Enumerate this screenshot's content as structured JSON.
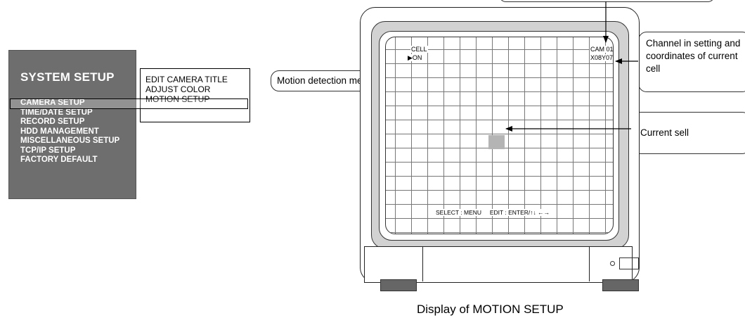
{
  "system_menu": {
    "title": "SYSTEM SETUP",
    "items": [
      "CAMERA SETUP",
      "TIME/DATE SETUP",
      "RECORD SETUP",
      "HDD MANAGEMENT",
      "MISCELLANEOUS SETUP",
      "TCP/IP SETUP",
      "FACTORY DEFAULT"
    ],
    "selected": "CAMERA SETUP"
  },
  "camera_submenu": {
    "items": [
      "EDIT CAMERA TITLE",
      "ADJUST COLOR",
      "MOTION SETUP"
    ],
    "selected": "MOTION SETUP"
  },
  "screen": {
    "cell_label": "CELL",
    "cell_state": "ON",
    "camera": "CAM 01",
    "coordinates": "X08Y07",
    "bottom_hint": "SELECT : MENU     EDIT : ENTER/↑↓ ←→"
  },
  "callouts": {
    "motion_menu": "Motion detection menu",
    "channel_info": "Channel in setting and coordinates of current cell",
    "current_cell": "Current sell"
  },
  "caption": "Display of MOTION SETUP",
  "colors": {
    "menu_bg": "#6e6e6e",
    "bezel": "#d2d2d2",
    "current_cell": "#b4b4b4",
    "feet": "#666666"
  }
}
